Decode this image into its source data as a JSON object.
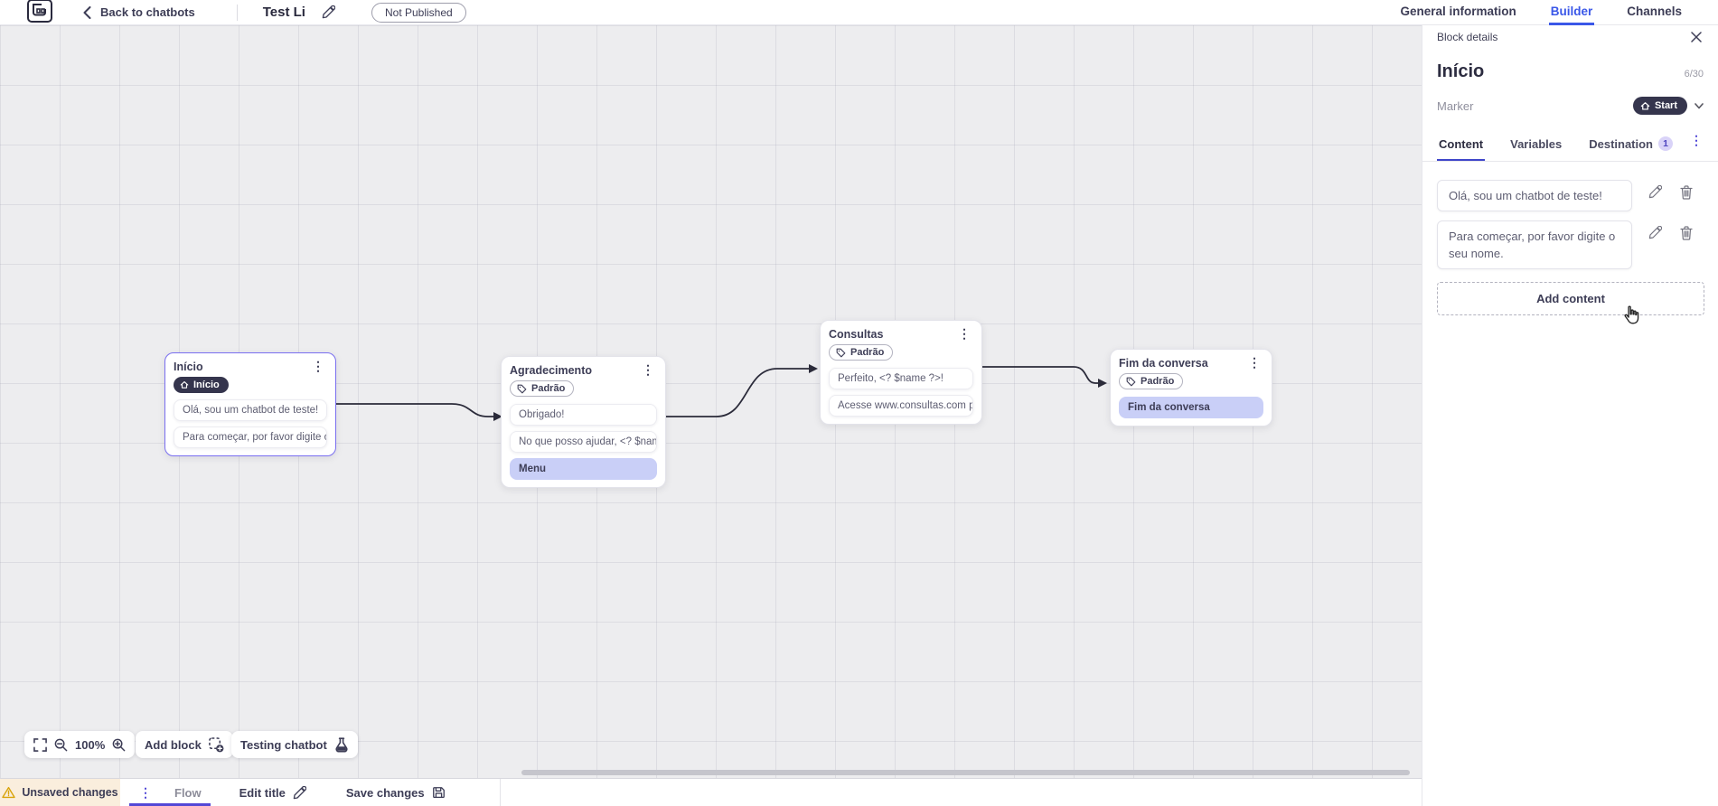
{
  "topbar": {
    "back_label": "Back to chatbots",
    "title": "Test Li",
    "status_badge": "Not Published",
    "tabs": [
      {
        "label": "General information",
        "active": false
      },
      {
        "label": "Builder",
        "active": true
      },
      {
        "label": "Channels",
        "active": false
      }
    ]
  },
  "panel": {
    "header": "Block details",
    "block_name": "Início",
    "counter": "6/30",
    "marker_label": "Marker",
    "marker_value": "Start",
    "tabs": [
      {
        "label": "Content",
        "active": true
      },
      {
        "label": "Variables",
        "active": false
      },
      {
        "label": "Destination",
        "active": false,
        "badge": "1"
      }
    ],
    "contents": [
      "Olá, sou um chatbot de teste!",
      "Para começar, por favor digite o seu nome."
    ],
    "add_content_label": "Add content"
  },
  "canvas": {
    "zoom_level": "100%",
    "add_block_label": "Add block",
    "testing_label": "Testing chatbot",
    "blocks": [
      {
        "title": "Início",
        "badge": "Início",
        "selected": true,
        "cards": [
          {
            "text": "Olá, sou um chatbot de teste!",
            "highlight": false
          },
          {
            "text": "Para começar, por favor digite o ...",
            "highlight": false
          }
        ]
      },
      {
        "title": "Agradecimento",
        "tag": "Padrão",
        "cards": [
          {
            "text": "Obrigado!",
            "highlight": false
          },
          {
            "text": "No que posso ajudar, <? $name ...",
            "highlight": false
          },
          {
            "text": "Menu",
            "highlight": true
          }
        ]
      },
      {
        "title": "Consultas",
        "tag": "Padrão",
        "cards": [
          {
            "text": "Perfeito, <? $name ?>!",
            "highlight": false
          },
          {
            "text": "Acesse www.consultas.com par...",
            "highlight": false
          }
        ]
      },
      {
        "title": "Fim da conversa",
        "tag": "Padrão",
        "cards": [
          {
            "text": "Fim da conversa",
            "highlight": true
          }
        ]
      }
    ]
  },
  "bottombar": {
    "unsaved_label": "Unsaved changes",
    "flow_tab": "Flow",
    "edit_title_label": "Edit title",
    "save_label": "Save changes"
  },
  "accents": {
    "builder_blue": "#3a57e8",
    "indigo": "#4f46d6",
    "selected_block_border": "#7a6ff0",
    "highlight_card": "#c9cff7",
    "dark_pill": "#35354d",
    "unsaved_bg": "#faeedd",
    "warning_yellow": "#d9a40c",
    "canvas_bg": "#ededef"
  }
}
